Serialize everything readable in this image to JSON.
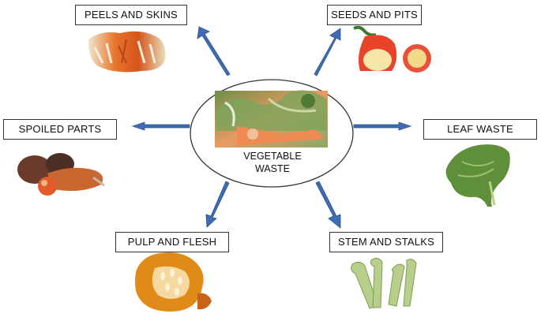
{
  "center": {
    "line1": "VEGETABLE",
    "line2": "WASTE"
  },
  "categories": [
    {
      "id": "peels",
      "label": "PEELS AND SKINS",
      "image": "peels-image"
    },
    {
      "id": "seeds",
      "label": "SEEDS AND PITS",
      "image": "seeds-image"
    },
    {
      "id": "spoiled",
      "label": "SPOILED PARTS",
      "image": "spoiled-image"
    },
    {
      "id": "leaf",
      "label": "LEAF WASTE",
      "image": "leaf-image"
    },
    {
      "id": "pulp",
      "label": "PULP AND FLESH",
      "image": "pulp-image"
    },
    {
      "id": "stem",
      "label": "STEM AND STALKS",
      "image": "stem-image"
    }
  ],
  "colors": {
    "arrow": "#3f6db3",
    "arrow_edge": "#2a4f8a",
    "border": "#333333"
  }
}
